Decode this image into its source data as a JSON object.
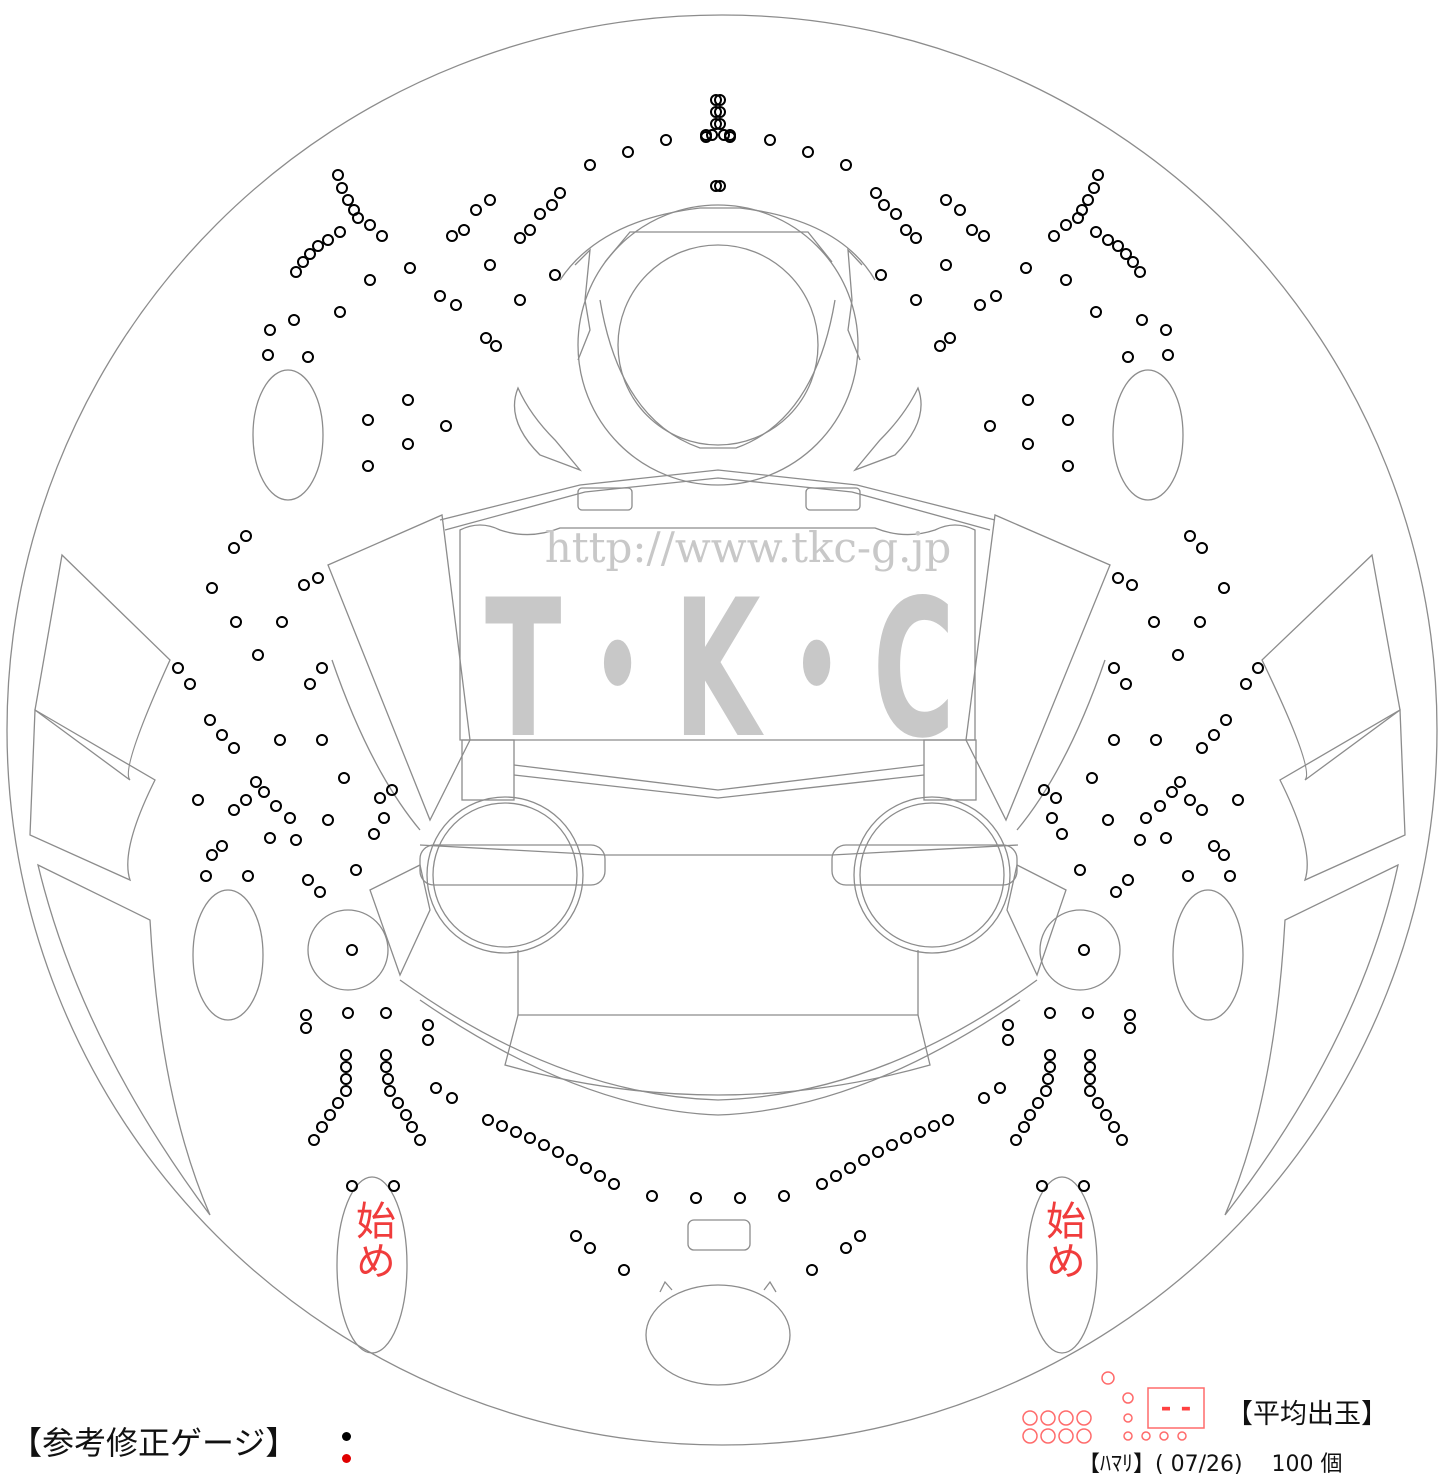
{
  "watermark": {
    "url": "http://www.tkc-g.jp",
    "logo": "T・K・C"
  },
  "start_pocket_label": "始め",
  "counter_display": "- -",
  "footer": {
    "gauge_label": "【参考修正ゲージ】",
    "average_label": "【平均出玉】",
    "result_line": "【ﾊﾏﾘ】( 07/26)　 100 個"
  },
  "colors": {
    "line": "#8c8c8c",
    "pin": "#000000",
    "watermark": "#c8c8c8",
    "start_text": "#f03c3c",
    "gauge_black": "#000000",
    "gauge_red": "#e00000",
    "counter": "#ff4040"
  }
}
